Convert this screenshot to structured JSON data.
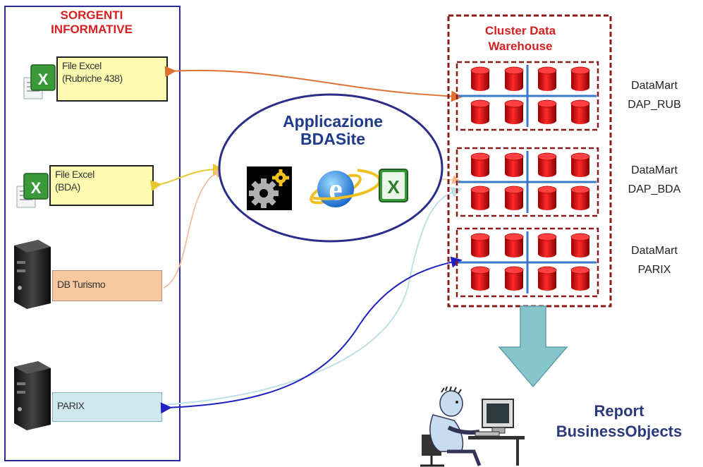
{
  "sources": {
    "title_line1": "SORGENTI",
    "title_line2": "INFORMATIVE",
    "excel_rub_line1": "File Excel",
    "excel_rub_line2": "(Rubriche 438)",
    "excel_bda_line1": "File Excel",
    "excel_bda_line2": "(BDA)",
    "db_turismo": "DB Turismo",
    "parix": "PARIX"
  },
  "application": {
    "title_line1": "Applicazione",
    "title_line2": "BDASite"
  },
  "cluster": {
    "title_line1": "Cluster Data",
    "title_line2": "Warehouse",
    "datamarts": [
      {
        "line1": "DataMart",
        "line2": "DAP_RUB"
      },
      {
        "line1": "DataMart",
        "line2": "DAP_BDA"
      },
      {
        "line1": "DataMart",
        "line2": "PARIX"
      }
    ]
  },
  "report": {
    "line1": "Report",
    "line2": "BusinessObjects"
  },
  "colors": {
    "panel_border": "#2b2b9a",
    "title_red": "#d42020",
    "ellipse_border": "#2b2b8a",
    "app_title": "#1f3a8a",
    "cylinder_red": "#dd1010",
    "cluster_border": "#8b1a1a",
    "arrow_orange": "#e07030",
    "arrow_yellow": "#e8c830",
    "arrow_peach": "#f5c8a0",
    "arrow_lightblue": "#bde0e6",
    "arrow_blue": "#2020c0",
    "down_arrow": "#86c5cc"
  },
  "icons": [
    "excel-file-icon",
    "server-icon",
    "gears-icon",
    "internet-explorer-icon",
    "excel-icon",
    "database-cylinder-icon",
    "person-at-computer-icon"
  ]
}
